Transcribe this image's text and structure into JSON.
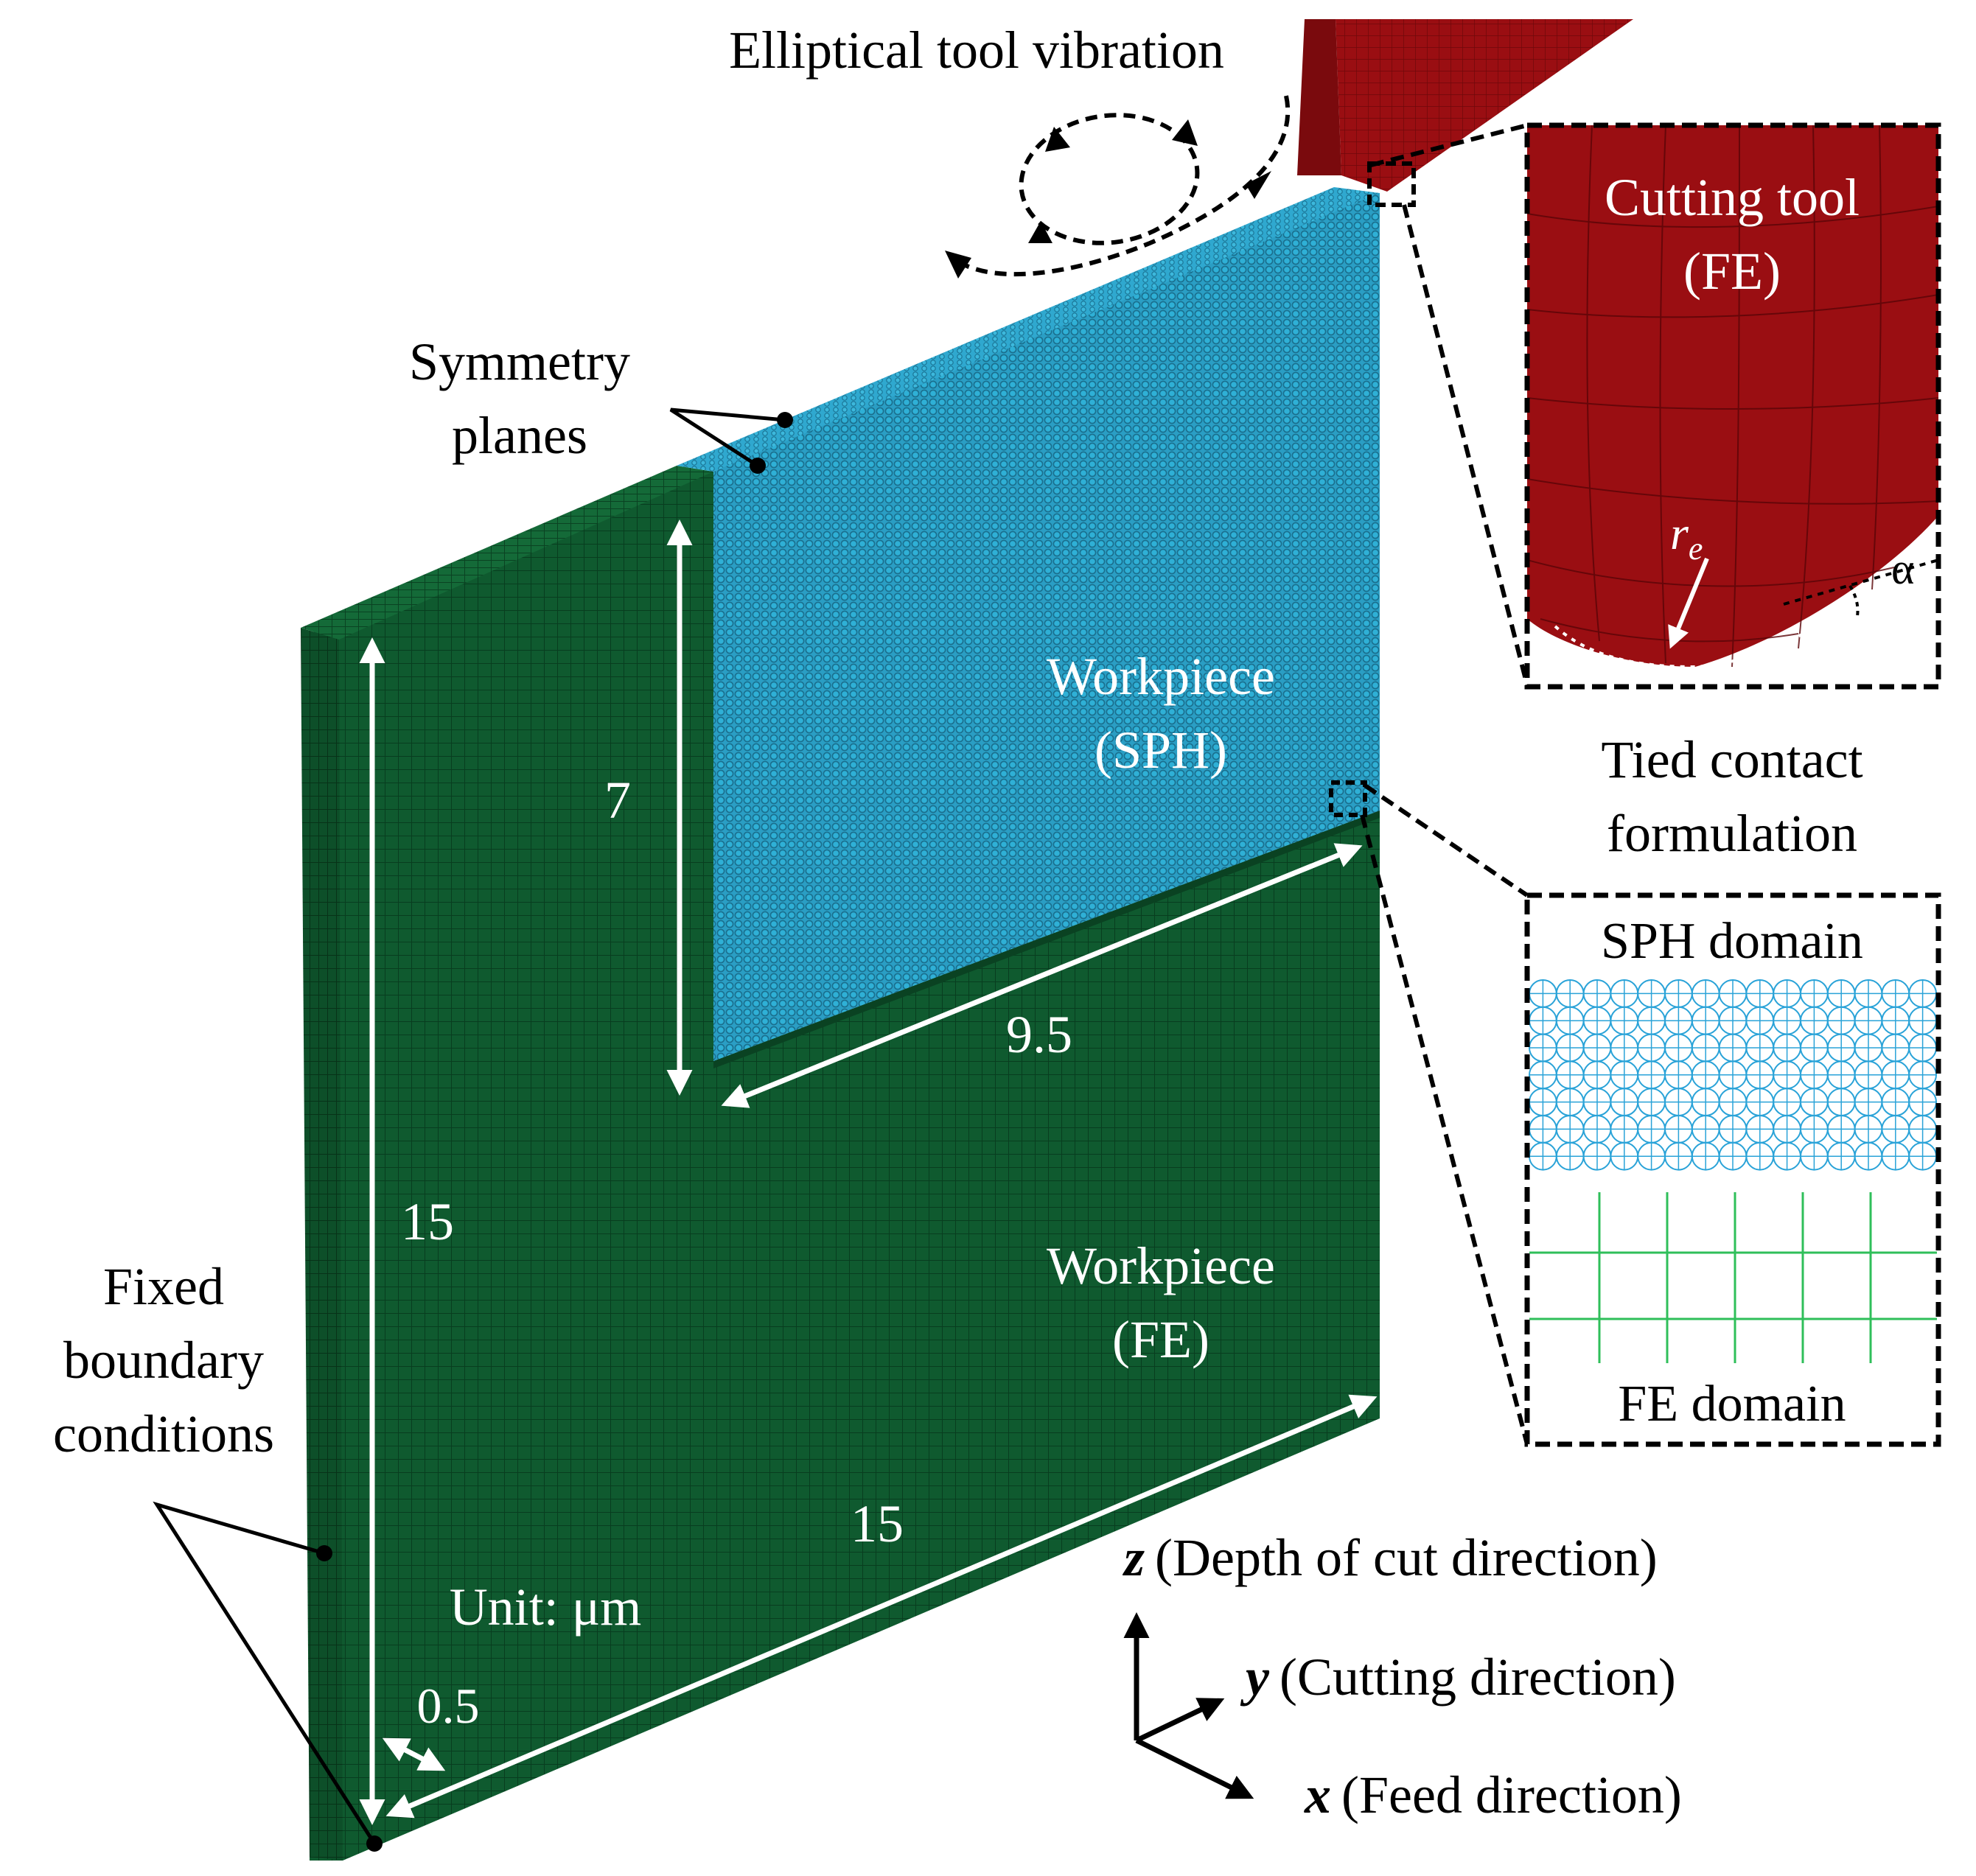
{
  "labels": {
    "elliptical_vibration": "Elliptical tool vibration",
    "symmetry_line1": "Symmetry",
    "symmetry_line2": "planes",
    "workpiece_sph_line1": "Workpiece",
    "workpiece_sph_line2": "(SPH)",
    "workpiece_fe_line1": "Workpiece",
    "workpiece_fe_line2": "(FE)",
    "fixed_line1": "Fixed",
    "fixed_line2": "boundary",
    "fixed_line3": "conditions",
    "unit": "Unit: μm",
    "cutting_tool_line1": "Cutting tool",
    "cutting_tool_line2": "(FE)",
    "edge_radius_symbol": "r",
    "edge_radius_subscript": "e",
    "clearance_angle_symbol": "α",
    "tied_contact_line1": "Tied contact",
    "tied_contact_line2": "formulation",
    "sph_domain": "SPH domain",
    "fe_domain": "FE domain"
  },
  "dimensions": {
    "sph_height": "7",
    "sph_width": "9.5",
    "total_height": "15",
    "total_length": "15",
    "thickness": "0.5"
  },
  "axes": {
    "z_letter": "z",
    "z_desc": "(Depth of cut direction)",
    "y_letter": "y",
    "y_desc": "(Cutting direction)",
    "x_letter": "x",
    "x_desc": "(Feed direction)"
  },
  "colors": {
    "fe_workpiece": "#0f5a2f",
    "sph_workpiece": "#2a9ec4",
    "tool": "#9a0e12",
    "sph_inset": "#2aa3d8",
    "fe_inset": "#2fbf5a"
  }
}
